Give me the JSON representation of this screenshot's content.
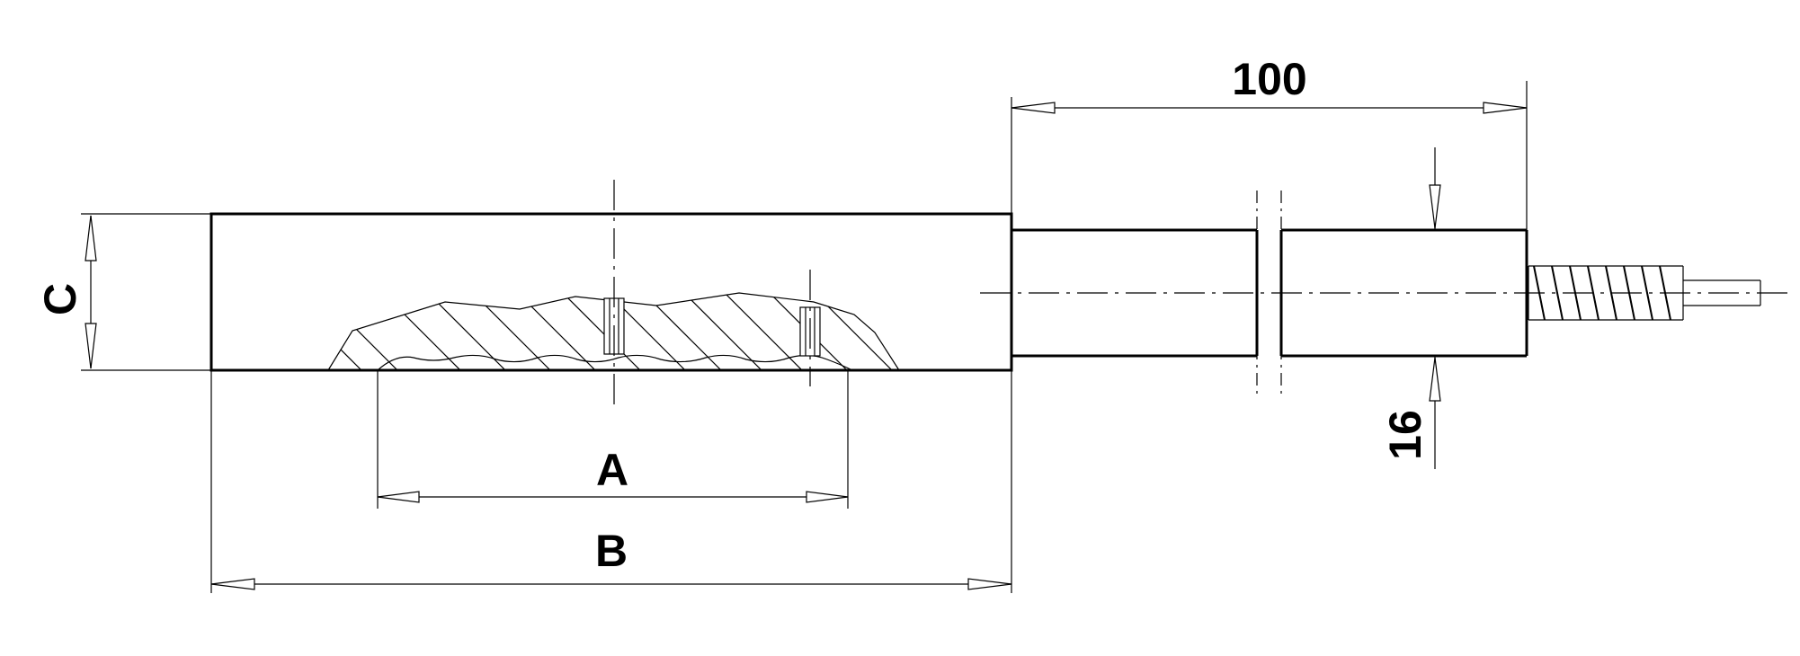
{
  "dimensions": {
    "a": "A",
    "b": "B",
    "c": "C",
    "length": "100",
    "diameter": "16"
  }
}
